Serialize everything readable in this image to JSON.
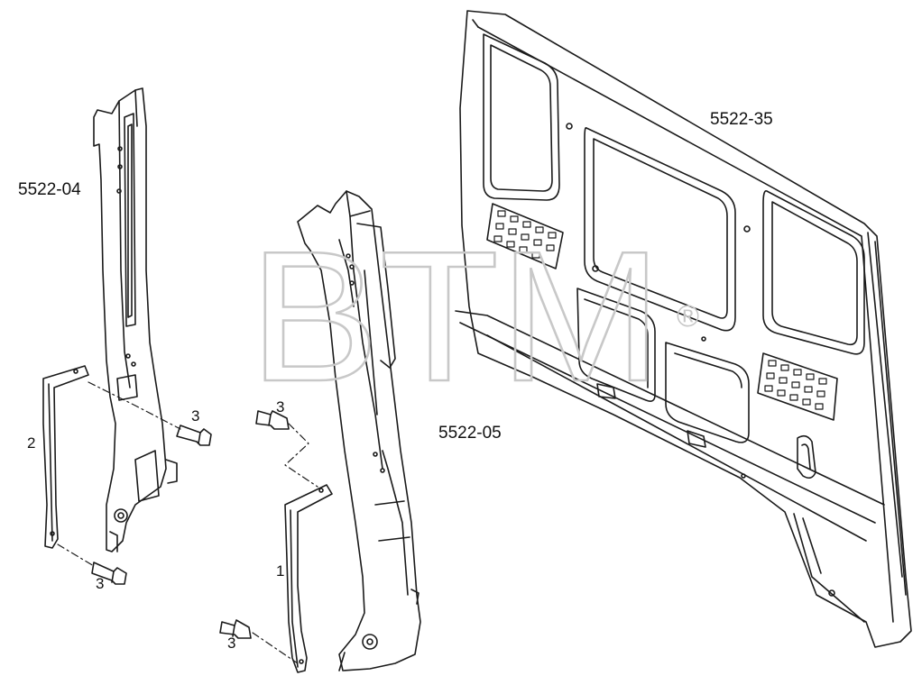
{
  "part_labels": {
    "pillar_left": "5522-04",
    "pillar_middle": "5522-05",
    "back_panel": "5522-35"
  },
  "callouts": {
    "bracket_left": "2",
    "bracket_middle": "1",
    "bolt_left_upper": "3",
    "bolt_left_lower": "3",
    "bolt_middle_upper": "3",
    "bolt_middle_lower": "3"
  },
  "watermark": {
    "text": "BTM",
    "mark": "®",
    "color": "#c8c8c8"
  }
}
